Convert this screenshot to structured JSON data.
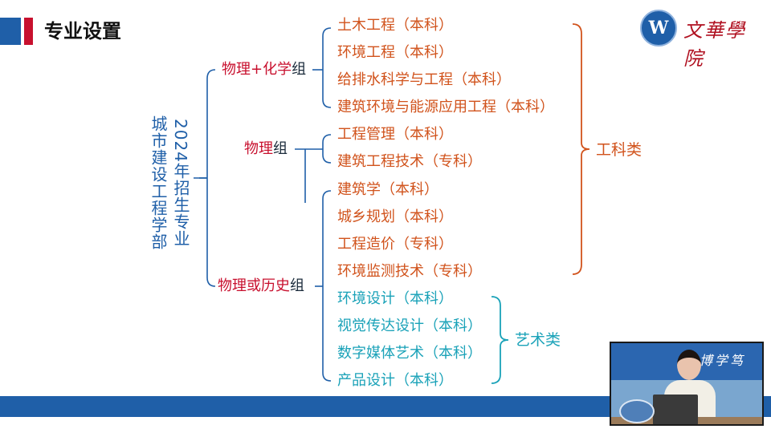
{
  "header": {
    "title": "专业设置",
    "logo_text": "文華學院",
    "logo_mark": "W"
  },
  "root": {
    "school": "城市建设工程学部",
    "subtitle": "2024年招生专业"
  },
  "groups": [
    {
      "highlight": "物理+化学",
      "suffix": "组"
    },
    {
      "highlight": "物理",
      "suffix": "组"
    },
    {
      "highlight": "物理或历史",
      "suffix": "组"
    }
  ],
  "majors": [
    "土木工程（本科）",
    "环境工程（本科）",
    "给排水科学与工程（本科）",
    "建筑环境与能源应用工程（本科）",
    "工程管理（本科）",
    "建筑工程技术（专科）",
    "建筑学（本科）",
    "城乡规划（本科）",
    "工程造价（专科）",
    "环境监测技术（专科）",
    "环境设计（本科）",
    "视觉传达设计（本科）",
    "数字媒体艺术（本科）",
    "产品设计（本科）"
  ],
  "categories": {
    "engineering": "工科类",
    "art": "艺术类"
  },
  "video": {
    "banner_text": "博学笃"
  },
  "colors": {
    "brand_blue": "#1f5fa8",
    "accent_red": "#c8102e",
    "engineering_orange": "#d1531c",
    "art_teal": "#1aa2b8"
  }
}
